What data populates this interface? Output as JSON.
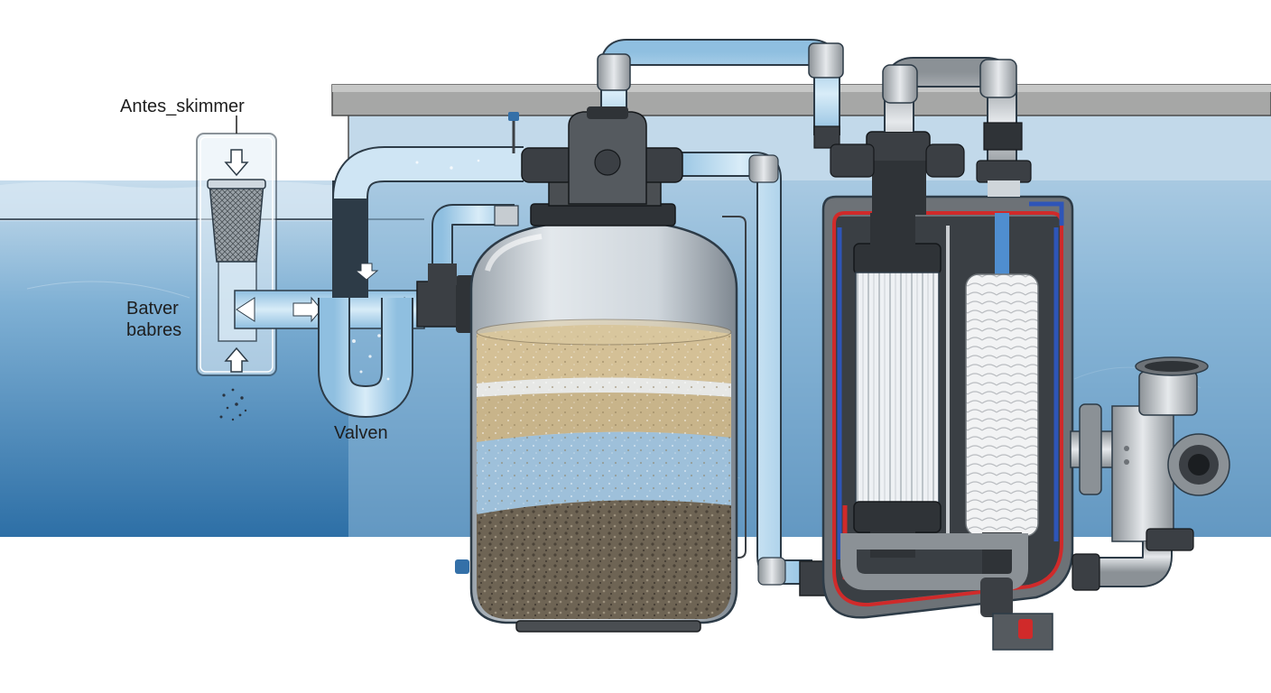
{
  "labels": {
    "skimmer": "Antes_skimmer",
    "basket": "Batver\nbabres",
    "valve": "Valven"
  },
  "colors": {
    "water_top": "#b8d3e6",
    "water_mid": "#5d9ac6",
    "water_deep": "#2f72a8",
    "pipe_blue": "#a9d0ec",
    "pipe_grey": "#b9bec3",
    "fitting_dark": "#3b3f44",
    "sand_light": "#d4c096",
    "sand_white": "#e7e8e6",
    "sand_mid": "#c8b48a",
    "sand_blue": "#9ec0da",
    "gravel": "#6e6454",
    "cutaway_red": "#d02a2a",
    "cutaway_blue": "#2e55b8"
  }
}
